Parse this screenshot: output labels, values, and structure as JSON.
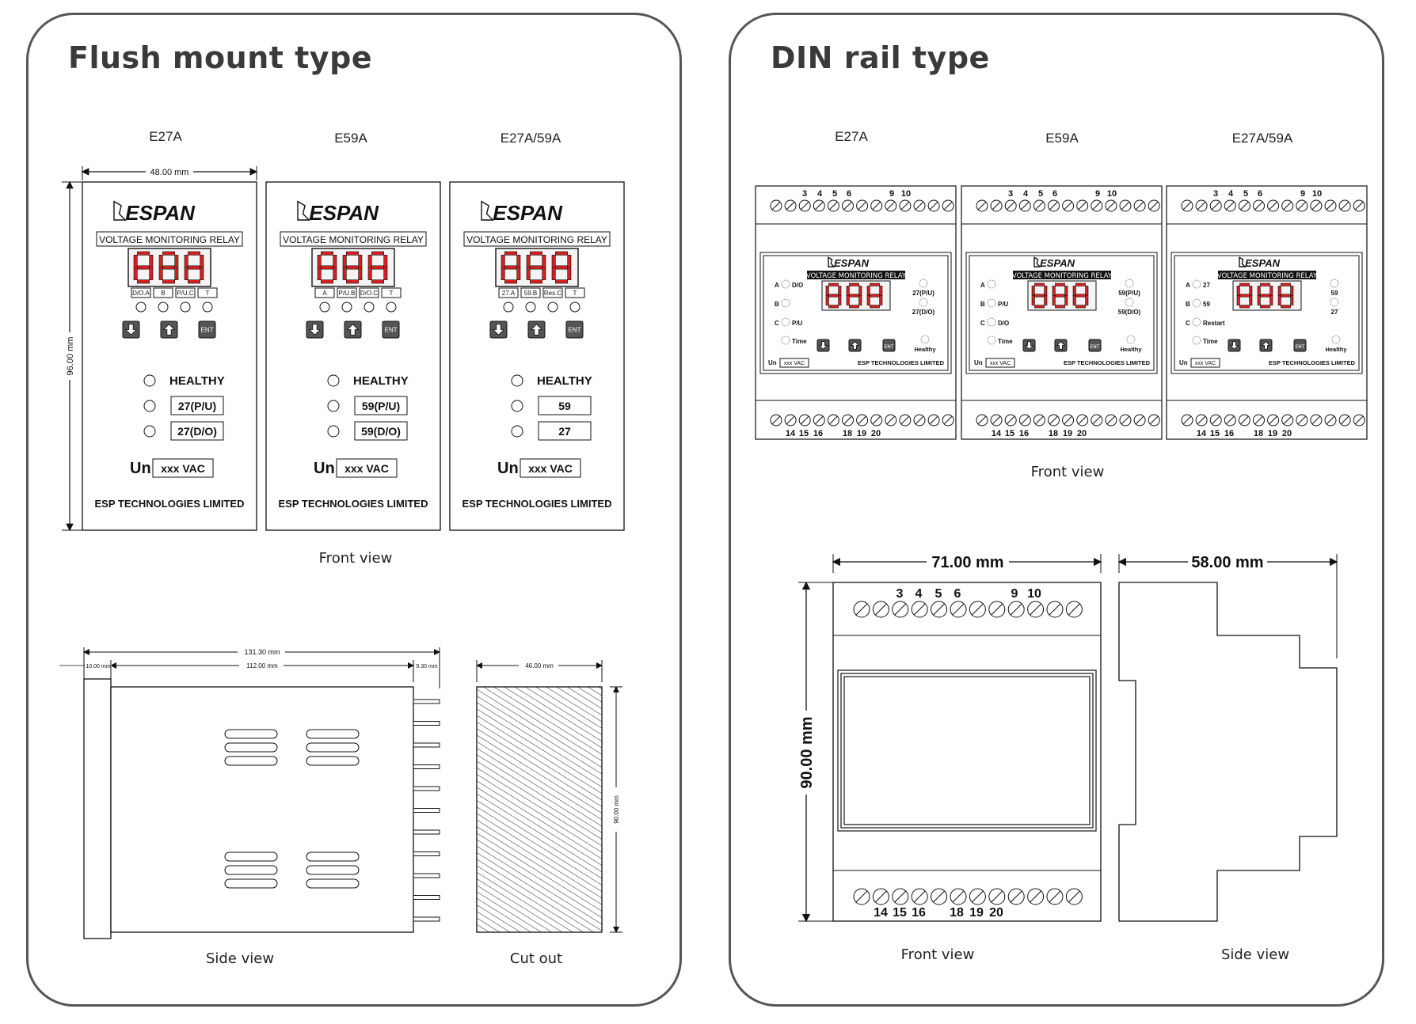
{
  "flush": {
    "title": "Flush mount type",
    "models": [
      {
        "name": "E27A",
        "ind": [
          "D/O.A",
          "B",
          "P/U.C",
          "T"
        ],
        "rows": [
          "HEALTHY",
          "27(P/U)",
          "27(D/O)"
        ]
      },
      {
        "name": "E59A",
        "ind": [
          "A",
          "P/U.B",
          "D/O.C",
          "T"
        ],
        "rows": [
          "HEALTHY",
          "59(P/U)",
          "59(D/O)"
        ]
      },
      {
        "name": "E27A/59A",
        "ind": [
          "27.A",
          "59.B",
          "Res.C",
          "T"
        ],
        "rows": [
          "HEALTHY",
          "59",
          "27"
        ]
      }
    ],
    "brand": "ESPAN",
    "relay_label": "VOLTAGE MONITORING RELAY",
    "display": "888",
    "ent": "ENT",
    "un": "Un",
    "un_value": "xxx VAC",
    "company": "ESP TECHNOLOGIES LIMITED",
    "width_dim": "48.00 mm",
    "height_dim": "96.00 mm",
    "front_view": "Front view",
    "side_view": "Side view",
    "cut_out": "Cut out",
    "side_dims": {
      "total": "131.30 mm",
      "front": "10.00 mm",
      "body": "112.00 mm",
      "rear": "9.30 mm",
      "cut_w": "46.00 mm",
      "cut_h": "90.00 mm"
    }
  },
  "din": {
    "title": "DIN rail type",
    "models": [
      {
        "name": "E27A",
        "left": [
          "A",
          "B",
          "C"
        ],
        "leftlab": [
          "D/O",
          "",
          "P/U"
        ],
        "right": [
          "27(P/U)",
          "27(D/O)"
        ]
      },
      {
        "name": "E59A",
        "left": [
          "A",
          "B",
          "C"
        ],
        "leftlab": [
          "",
          "P/U",
          "D/O"
        ],
        "right": [
          "59(P/U)",
          "59(D/O)"
        ]
      },
      {
        "name": "E27A/59A",
        "left": [
          "A",
          "B",
          "C"
        ],
        "leftlab": [
          "27",
          "59",
          "Restart"
        ],
        "right": [
          "59",
          "27"
        ]
      }
    ],
    "top_terms": [
      "3",
      "4",
      "5",
      "6",
      "9",
      "10"
    ],
    "bottom_terms": [
      "14",
      "15",
      "16",
      "18",
      "19",
      "20"
    ],
    "time": "Time",
    "healthy": "Healthy",
    "un": "Un",
    "un_value": "xxx VAC",
    "company": "ESP TECHNOLOGIES LIMITED",
    "front_view": "Front view",
    "side_view": "Side view",
    "width_dim": "71.00 mm",
    "depth_dim": "58.00 mm",
    "height_dim": "90.00 mm"
  }
}
